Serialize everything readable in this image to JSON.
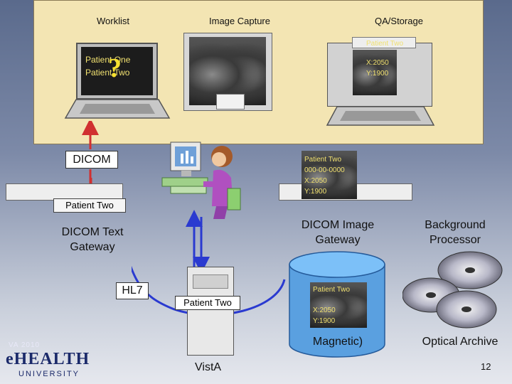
{
  "header": {
    "worklist": "Worklist",
    "image_capture": "Image Capture",
    "qa_storage": "QA/Storage"
  },
  "worklist_laptop": {
    "line1": "Patient One",
    "line2": "Patient Two",
    "question_mark": "?"
  },
  "qa_monitor": {
    "patient": "Patient Two",
    "x": "X:2050",
    "y": "Y:1900"
  },
  "dicom_gateway_screen": {
    "line1": "Patient Two",
    "line2": "000-00-0000",
    "line3": "X:2050",
    "line4": "Y:1900"
  },
  "labels": {
    "dicom": "DICOM",
    "patient_two_bar": "Patient Two",
    "dicom_text_gateway": "DICOM Text Gateway",
    "dicom_image_gateway": "DICOM Image Gateway",
    "background_processor": "Background Processor",
    "hl7": "HL7",
    "vista_patient": "Patient Two",
    "vista": "VistA",
    "magnetic": "Magnetic)",
    "optical_archive": "Optical Archive"
  },
  "storage_screen": {
    "patient": "Patient Two",
    "x": "X:2050",
    "y": "Y:1900"
  },
  "logo": {
    "va": "VA 2010",
    "health": "eHEALTH",
    "university": "UNIVERSITY"
  },
  "slide_number": "12",
  "colors": {
    "panel": "#f3e5b3",
    "arrow_red": "#d03030",
    "arrow_blue": "#2a3ad0",
    "overlay_text": "#f0e070"
  }
}
